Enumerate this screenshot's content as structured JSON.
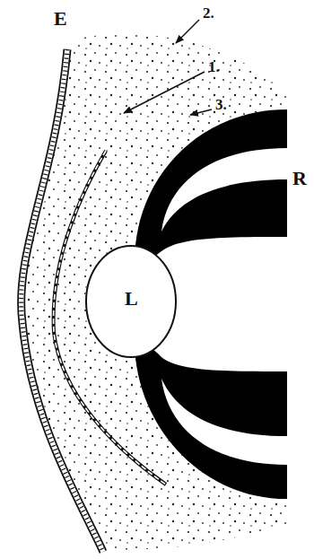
{
  "diagram": {
    "labels": [
      "E",
      "2.",
      "1.",
      "3.",
      "R",
      "L"
    ]
  }
}
